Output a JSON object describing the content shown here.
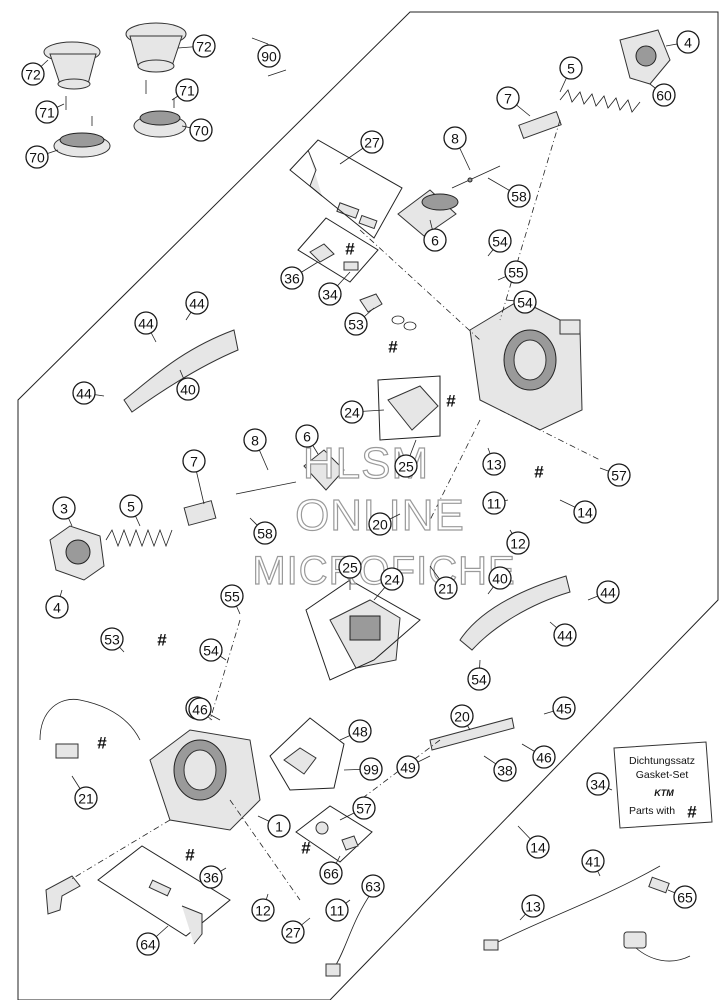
{
  "callouts": [
    {
      "label": "72",
      "name": "callout-72-left"
    },
    {
      "label": "72",
      "name": "callout-72-right"
    },
    {
      "label": "90",
      "name": "callout-90"
    },
    {
      "label": "71",
      "name": "callout-71-right"
    },
    {
      "label": "71",
      "name": "callout-71-left"
    },
    {
      "label": "70",
      "name": "callout-70-right"
    },
    {
      "label": "70",
      "name": "callout-70-left"
    },
    {
      "label": "4",
      "name": "callout-4-top"
    },
    {
      "label": "5",
      "name": "callout-5-top"
    },
    {
      "label": "60",
      "name": "callout-60"
    },
    {
      "label": "7",
      "name": "callout-7-top"
    },
    {
      "label": "27",
      "name": "callout-27-top"
    },
    {
      "label": "8",
      "name": "callout-8-top"
    },
    {
      "label": "58",
      "name": "callout-58-top"
    },
    {
      "label": "6",
      "name": "callout-6-top"
    },
    {
      "label": "54",
      "name": "callout-54-a"
    },
    {
      "label": "55",
      "name": "callout-55-top"
    },
    {
      "label": "54",
      "name": "callout-54-b"
    },
    {
      "label": "36",
      "name": "callout-36-top"
    },
    {
      "label": "34",
      "name": "callout-34-top"
    },
    {
      "label": "53",
      "name": "callout-53-top"
    },
    {
      "label": "44",
      "name": "callout-44-a"
    },
    {
      "label": "44",
      "name": "callout-44-b"
    },
    {
      "label": "40",
      "name": "callout-40-left"
    },
    {
      "label": "44",
      "name": "callout-44-c"
    },
    {
      "label": "24",
      "name": "callout-24-top"
    },
    {
      "label": "6",
      "name": "callout-6-mid"
    },
    {
      "label": "8",
      "name": "callout-8-mid"
    },
    {
      "label": "7",
      "name": "callout-7-mid"
    },
    {
      "label": "25",
      "name": "callout-25-top"
    },
    {
      "label": "13",
      "name": "callout-13-top"
    },
    {
      "label": "57",
      "name": "callout-57-top"
    },
    {
      "label": "3",
      "name": "callout-3"
    },
    {
      "label": "5",
      "name": "callout-5-mid"
    },
    {
      "label": "11",
      "name": "callout-11-top"
    },
    {
      "label": "14",
      "name": "callout-14-top"
    },
    {
      "label": "58",
      "name": "callout-58-mid"
    },
    {
      "label": "20",
      "name": "callout-20-top"
    },
    {
      "label": "12",
      "name": "callout-12-top"
    },
    {
      "label": "4",
      "name": "callout-4-mid"
    },
    {
      "label": "25",
      "name": "callout-25-mid"
    },
    {
      "label": "24",
      "name": "callout-24-mid"
    },
    {
      "label": "40",
      "name": "callout-40-right"
    },
    {
      "label": "21",
      "name": "callout-21-top"
    },
    {
      "label": "55",
      "name": "callout-55-mid"
    },
    {
      "label": "44",
      "name": "callout-44-d"
    },
    {
      "label": "53",
      "name": "callout-53-mid"
    },
    {
      "label": "54",
      "name": "callout-54-c"
    },
    {
      "label": "44",
      "name": "callout-44-e"
    },
    {
      "label": "44",
      "name": "callout-44-f"
    },
    {
      "label": "54",
      "name": "callout-54-d"
    },
    {
      "label": "46",
      "name": "callout-46-right"
    },
    {
      "label": "45",
      "name": "callout-45"
    },
    {
      "label": "20",
      "name": "callout-20-bottom"
    },
    {
      "label": "48",
      "name": "callout-48"
    },
    {
      "label": "46",
      "name": "callout-46-left"
    },
    {
      "label": "49",
      "name": "callout-49"
    },
    {
      "label": "38",
      "name": "callout-38"
    },
    {
      "label": "21",
      "name": "callout-21-bottom"
    },
    {
      "label": "99",
      "name": "callout-99"
    },
    {
      "label": "34",
      "name": "callout-34-bottom"
    },
    {
      "label": "57",
      "name": "callout-57-bottom"
    },
    {
      "label": "1",
      "name": "callout-1"
    },
    {
      "label": "14",
      "name": "callout-14-bottom"
    },
    {
      "label": "36",
      "name": "callout-36-bottom"
    },
    {
      "label": "66",
      "name": "callout-66"
    },
    {
      "label": "41",
      "name": "callout-41"
    },
    {
      "label": "63",
      "name": "callout-63"
    },
    {
      "label": "65",
      "name": "callout-65"
    },
    {
      "label": "13",
      "name": "callout-13-bottom"
    },
    {
      "label": "12",
      "name": "callout-12-bottom"
    },
    {
      "label": "11",
      "name": "callout-11-bottom"
    },
    {
      "label": "27",
      "name": "callout-27-bottom"
    },
    {
      "label": "64",
      "name": "callout-64"
    }
  ],
  "hash_symbol": "#",
  "gasket_box": {
    "line1": "Dichtungssatz",
    "line2": "Gasket-Set",
    "brand": "KTM",
    "parts_with": "Parts with"
  },
  "watermark": {
    "line1": "HLSM",
    "line2": "ONLINE",
    "line3": "MICROFICHE"
  }
}
